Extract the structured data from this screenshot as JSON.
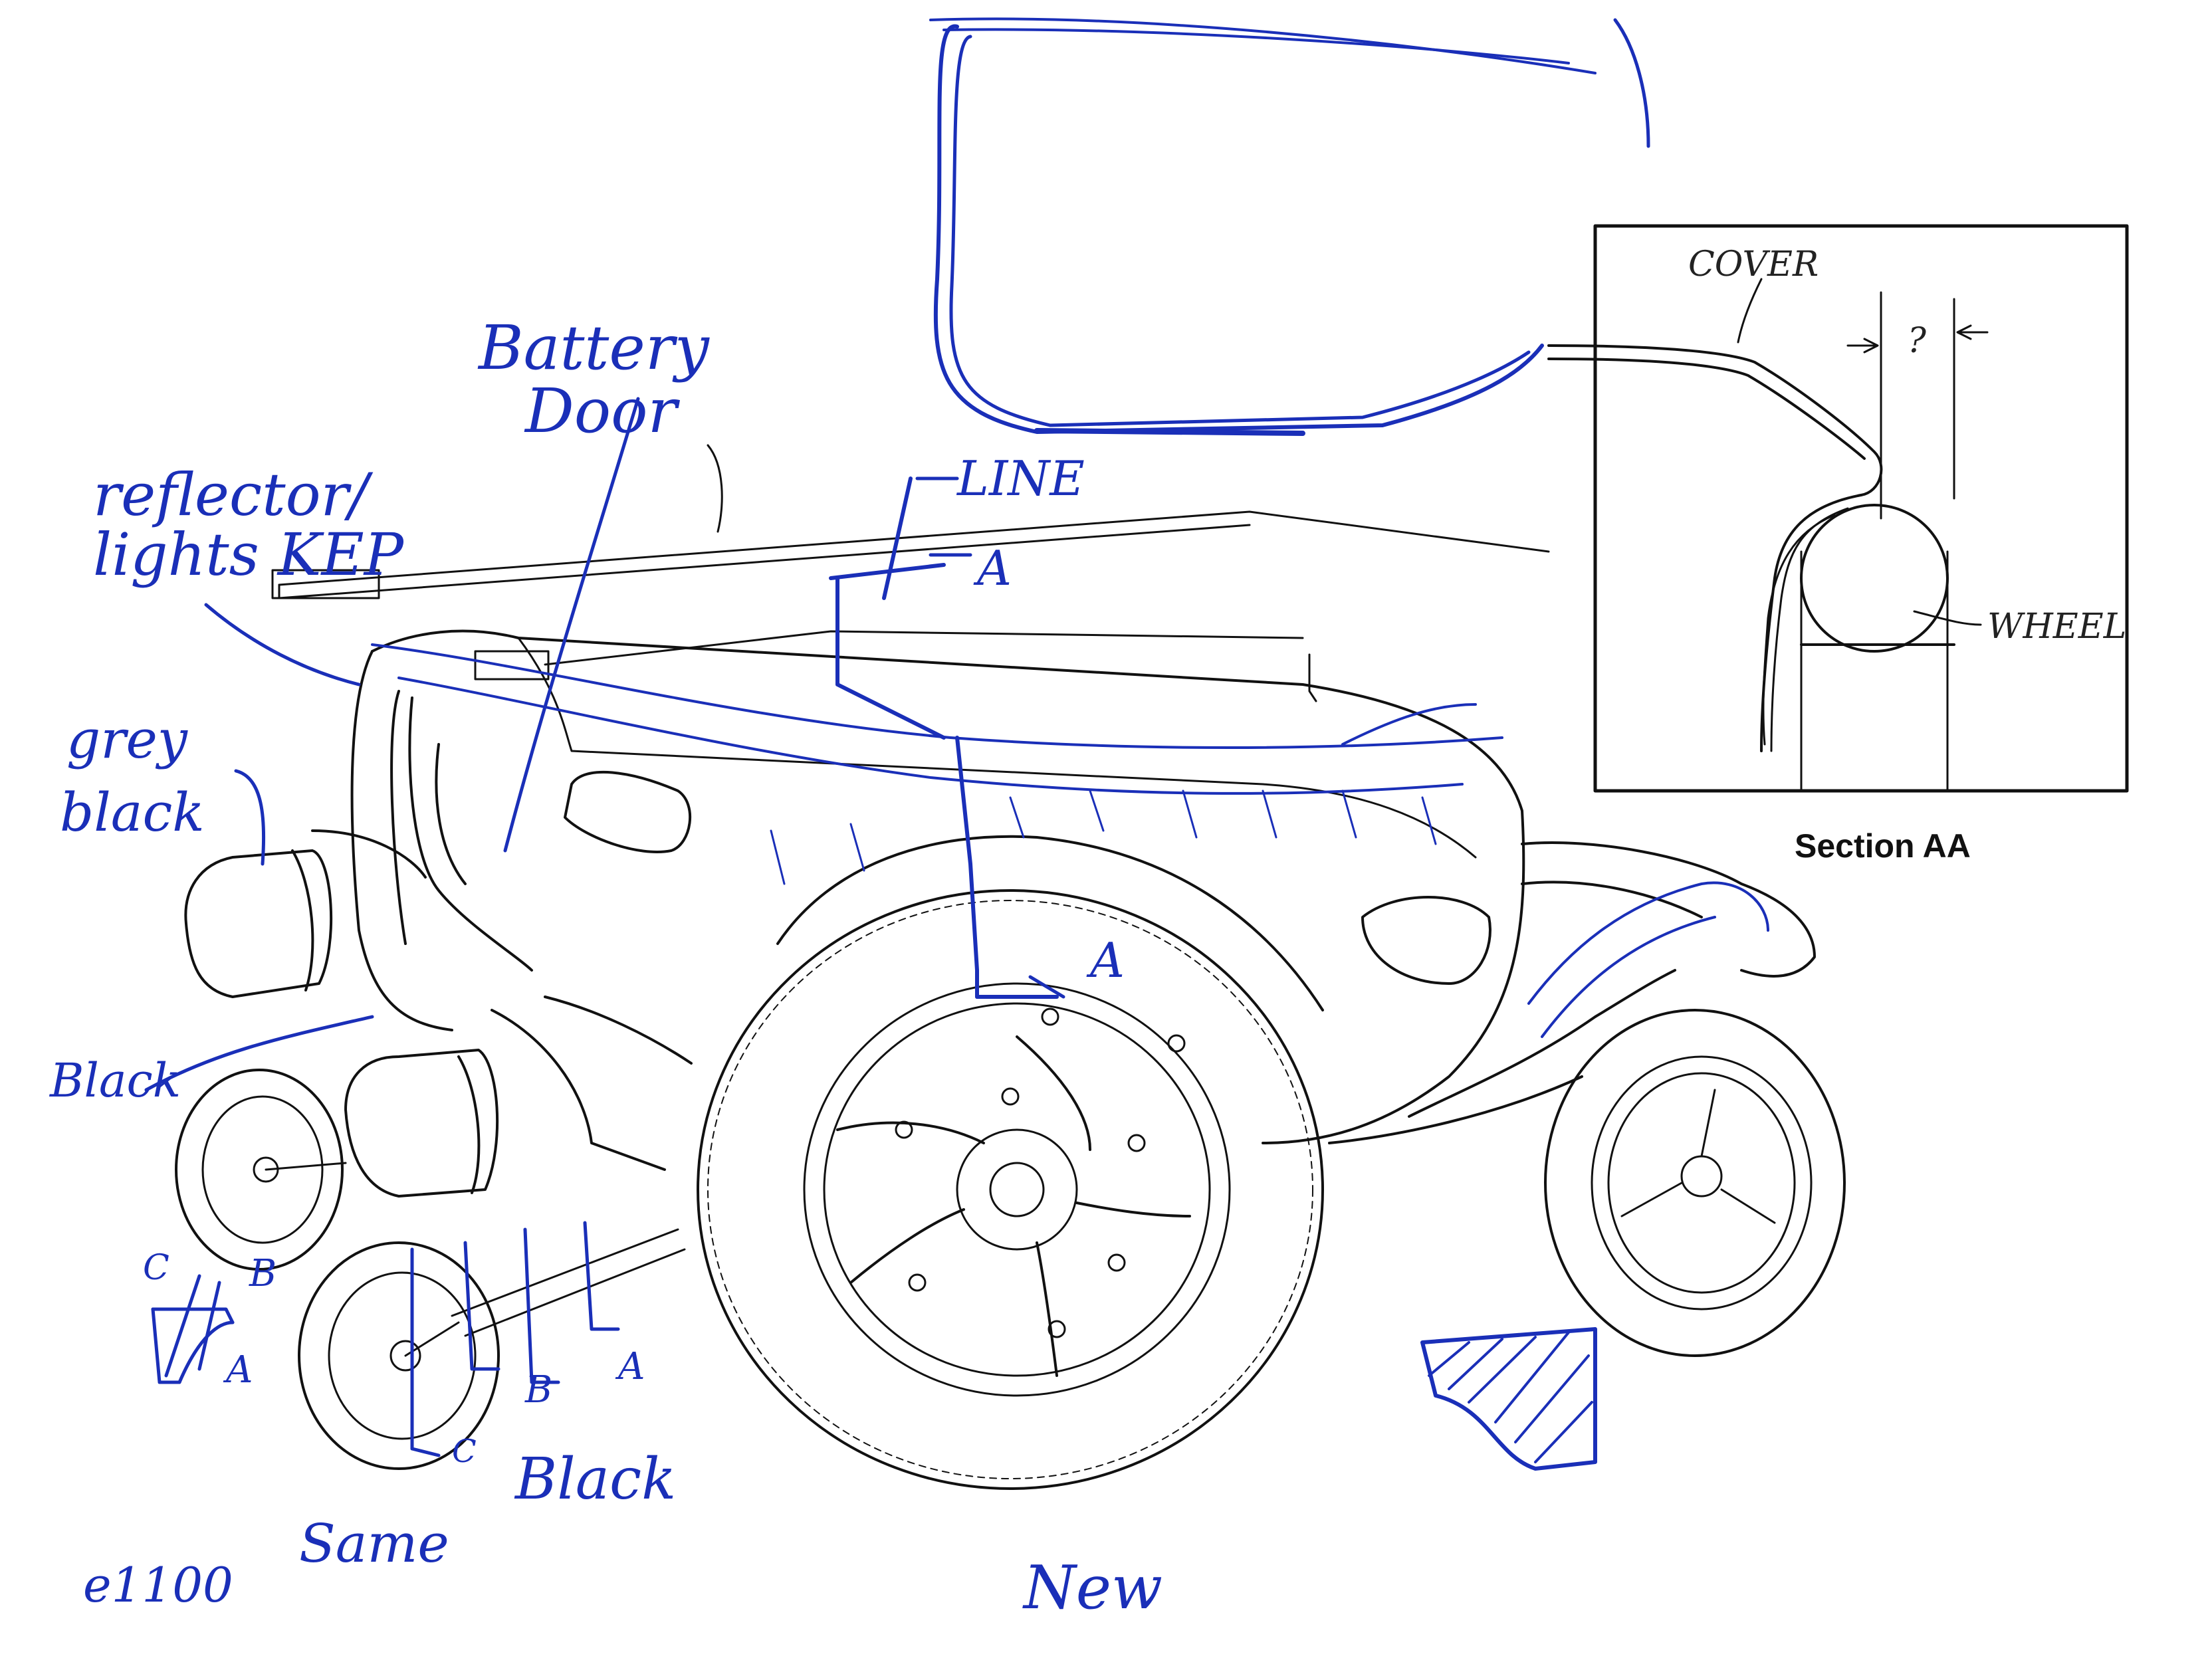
{
  "labels": {
    "battery_door": [
      "Battery",
      "Door"
    ],
    "reflector_lights": [
      "reflector/",
      "lights KEP"
    ],
    "grey_black": [
      "grey",
      "black"
    ],
    "black_left": "Black",
    "line_label": "LINE",
    "section_marker_top": "A",
    "section_marker_mid": "A",
    "profile_c": "C",
    "profile_b": "B",
    "profile_a": "A",
    "caster_b": "B",
    "caster_a": "A",
    "caster_c": "C",
    "caster_black": "Black",
    "same": "Same",
    "part_number": "e1100",
    "new": "New"
  },
  "section": {
    "caption": "Section AA",
    "cover": "COVER",
    "gap": "?",
    "wheel": "WHEEL"
  },
  "colors": {
    "ink": "#111111",
    "pen": "#1a2fb8"
  }
}
